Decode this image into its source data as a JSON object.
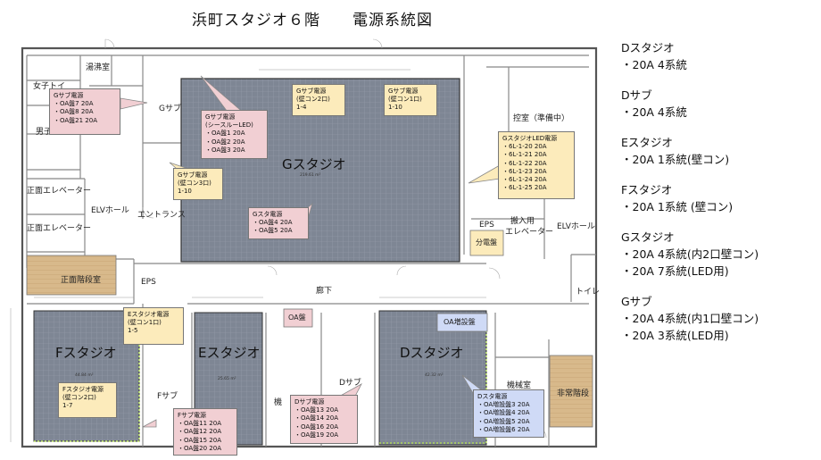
{
  "title": "浜町スタジオ６階　　電源系統図",
  "rooms": {
    "g_studio": "Gスタジオ",
    "g_studio_area": "219.61 m²",
    "f_studio": "Fスタジオ",
    "f_studio_area": "44.84 m²",
    "e_studio": "Eスタジオ",
    "e_studio_area": "25.65 m²",
    "d_studio": "Dスタジオ",
    "d_studio_area": "42.32 m²",
    "yutoshitsu": "湯沸室",
    "joshi_toilet": "女子トイ",
    "danshi": "男子",
    "g_sub": "Gサブ",
    "shomen_elevator1": "正面エレベーター",
    "shomen_elevator2": "正面エレベーター",
    "elv_hall_left": "ELVホール",
    "entrance": "エントランス",
    "shomen_kaidan": "正面階段室",
    "eps_left": "EPS",
    "rouka": "廊下",
    "hikae": "控室（準備中）",
    "eps_right": "EPS",
    "hannyu": "搬入用",
    "hannyu2": "エレベーター",
    "elv_hall_right": "ELVホール",
    "toilet": "トイレ",
    "f_sub": "Fサブ",
    "d_sub": "Dサブ",
    "kikai": "機械室",
    "kikai_short": "機",
    "hijo_kaidan": "非常階段",
    "bunden": "分電盤",
    "oa_ban": "OA盤",
    "oa_zosetsu": "OA増設盤"
  },
  "notes": {
    "gsub_power": [
      "Gサブ電源",
      "・OA盤7 20A",
      "・OA盤8 20A",
      "・OA盤21 20A"
    ],
    "gsub_seamless": [
      "Gサブ電源",
      "(シースルーLED)",
      "・OA盤1 20A",
      "・OA盤2 20A",
      "・OA盤3 20A"
    ],
    "gsub_wall2": [
      "Gサブ電源",
      "(壁コン2口)",
      "1-4"
    ],
    "gsub_wall1": [
      "Gサブ電源",
      "(壁コン1口)",
      "1-10"
    ],
    "gsub_wall3": [
      "Gサブ電源",
      "(壁コン3口)",
      "1-10"
    ],
    "gsta_power": [
      "Gスタ電源",
      "・OA盤4 20A",
      "・OA盤5 20A"
    ],
    "gsta_led": [
      "GスタジオLED電源",
      "・6L-1-20 20A",
      "・6L-1-21 20A",
      "・6L-1-22 20A",
      "・6L-1-23 20A",
      "・6L-1-24 20A",
      "・6L-1-25 20A"
    ],
    "esta_wall": [
      "Eスタジオ電源",
      "(壁コン1口)",
      "1-5"
    ],
    "fsta_wall": [
      "Fスタジオ電源",
      "(壁コン2口)",
      "1-7"
    ],
    "fsub_power": [
      "Fサブ電源",
      "・OA盤11 20A",
      "・OA盤12 20A",
      "・OA盤15 20A",
      "・OA盤20 20A"
    ],
    "dsub_power": [
      "Dサブ電源",
      "・OA盤13 20A",
      "・OA盤14 20A",
      "・OA盤16 20A",
      "・OA盤19 20A"
    ],
    "dsta_power": [
      "Dスタ電源",
      "・OA増設盤3 20A",
      "・OA増設盤4 20A",
      "・OA増設盤5 20A",
      "・OA増設盤6 20A"
    ]
  },
  "legend": [
    {
      "name": "Dスタジオ",
      "lines": [
        "・20A 4系統"
      ]
    },
    {
      "name": "Dサブ",
      "lines": [
        "・20A 4系統"
      ]
    },
    {
      "name": "Eスタジオ",
      "lines": [
        "・20A 1系統(壁コン)"
      ]
    },
    {
      "name": "Fスタジオ",
      "lines": [
        "・20A 1系統 (壁コン)"
      ]
    },
    {
      "name": "Gスタジオ",
      "lines": [
        "・20A 4系統(内2口壁コン)",
        "・20A 7系統(LED用)"
      ]
    },
    {
      "name": "Gサブ",
      "lines": [
        "・20A 4系統(内1口壁コン)",
        "・20A 3系統(LED用)"
      ]
    }
  ],
  "colors": {
    "note_pink": "#f1cfd3",
    "note_yellow": "#fcebbb",
    "note_blue": "#cfdaf6",
    "studio_floor": "#7d8592",
    "stair_wood": "#d9b98c"
  }
}
